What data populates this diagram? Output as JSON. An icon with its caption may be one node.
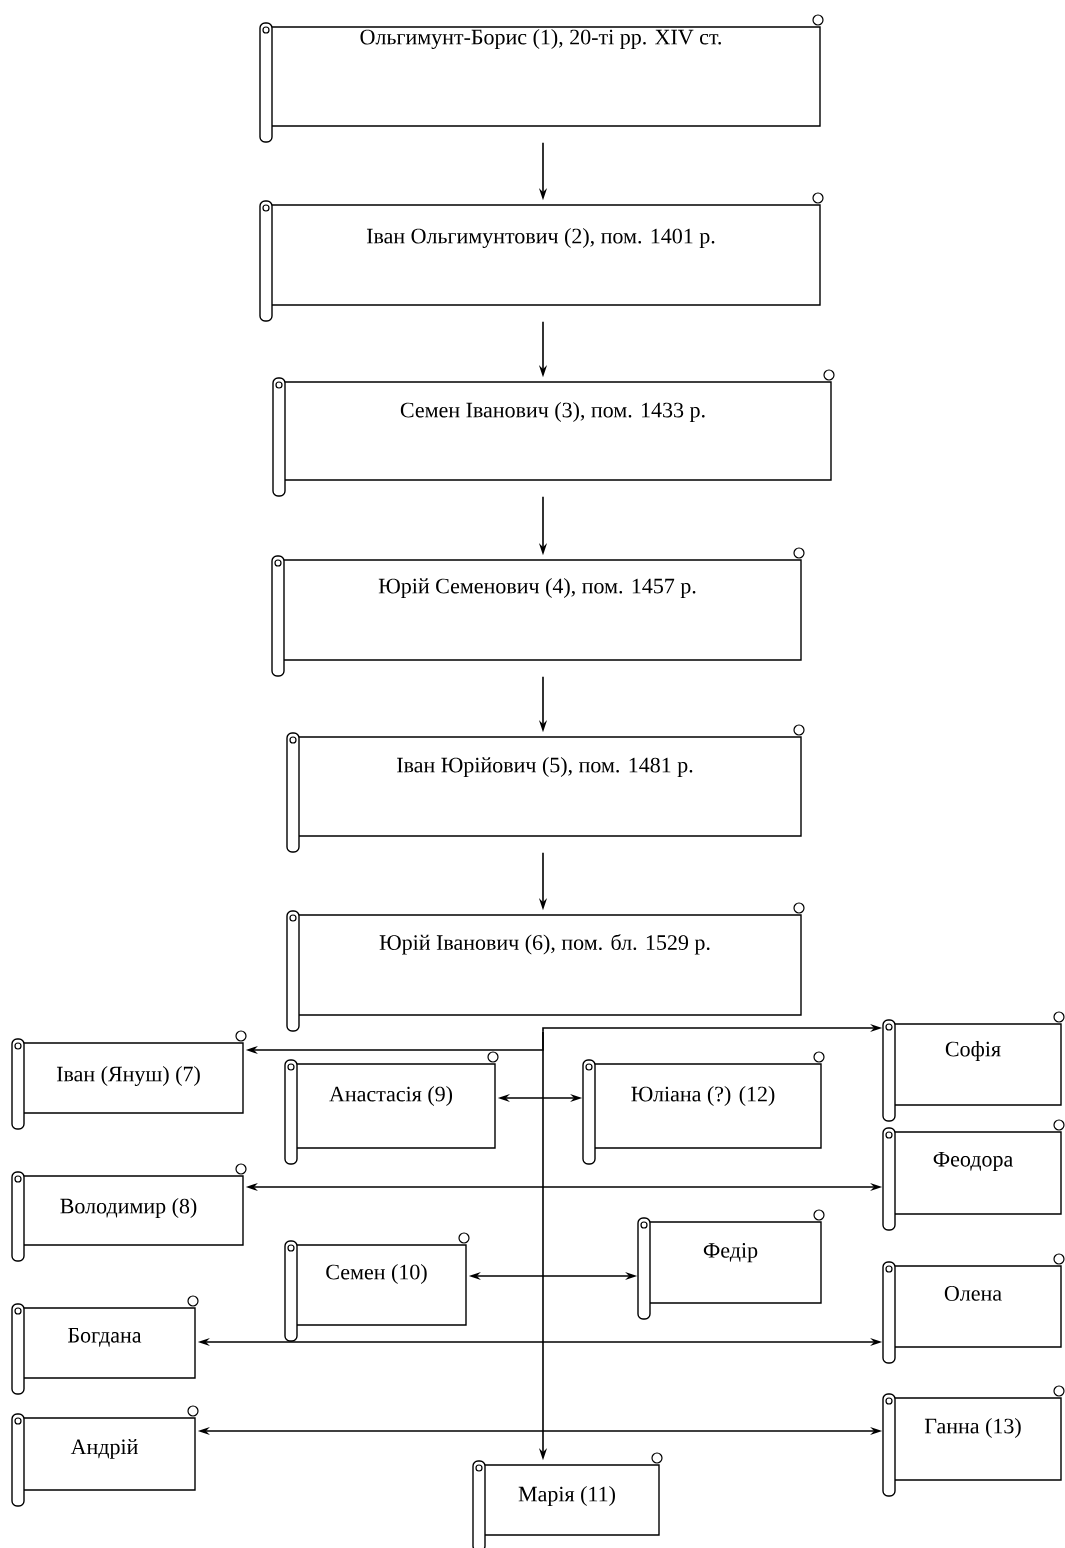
{
  "diagram": {
    "nodes": [
      {
        "text": [
          "Ольгимунт-Борис (1), 20-ті рр. XIV ст."
        ]
      },
      {
        "text": [
          "Іван Ольгимунтович (2), пом. 1401 р."
        ]
      },
      {
        "text": [
          "Семен Іванович (3), пом. 1433 р."
        ]
      },
      {
        "text": [
          "Юрій Семенович (4), пом. 1457 р."
        ]
      },
      {
        "text": [
          "Іван Юрійович (5), пом. 1481 р."
        ]
      },
      {
        "text": [
          "Юрій Іванович (6), пом. бл. 1529 р."
        ]
      },
      {
        "text": [
          "Софія"
        ]
      },
      {
        "text": [
          "Іван (Януш) (7)"
        ]
      },
      {
        "text": [
          "Анастасія (9)"
        ]
      },
      {
        "text": [
          "Юліана (?) (12)"
        ]
      },
      {
        "text": [
          "Феодора"
        ]
      },
      {
        "text": [
          "Володимир (8)"
        ]
      },
      {
        "text": [
          "Федір"
        ]
      },
      {
        "text": [
          "Семен (10)"
        ]
      },
      {
        "text": [
          "Олена"
        ]
      },
      {
        "text": [
          "Богдана"
        ]
      },
      {
        "text": [
          "Ганна (13)"
        ]
      },
      {
        "text": [
          "Андрій"
        ]
      },
      {
        "text": [
          "Марія (11)"
        ]
      }
    ],
    "edges": [
      {
        "from": 0,
        "to": 1,
        "arrow": "to"
      },
      {
        "from": 1,
        "to": 2,
        "arrow": "to"
      },
      {
        "from": 2,
        "to": 3,
        "arrow": "to"
      },
      {
        "from": 3,
        "to": 4,
        "arrow": "to"
      },
      {
        "from": 4,
        "to": 5,
        "arrow": "to"
      },
      {
        "from": 5,
        "to": 6,
        "arrow": "to"
      },
      {
        "from": 5,
        "to": 7,
        "arrow": "to"
      },
      {
        "from": 5,
        "to": 18,
        "arrow": "to"
      },
      {
        "from": 8,
        "to": 9,
        "arrow": "both"
      },
      {
        "from": 11,
        "to": 10,
        "arrow": "both"
      },
      {
        "from": 13,
        "to": 12,
        "arrow": "both"
      },
      {
        "from": 15,
        "to": 14,
        "arrow": "both"
      },
      {
        "from": 17,
        "to": 16,
        "arrow": "both"
      }
    ]
  }
}
